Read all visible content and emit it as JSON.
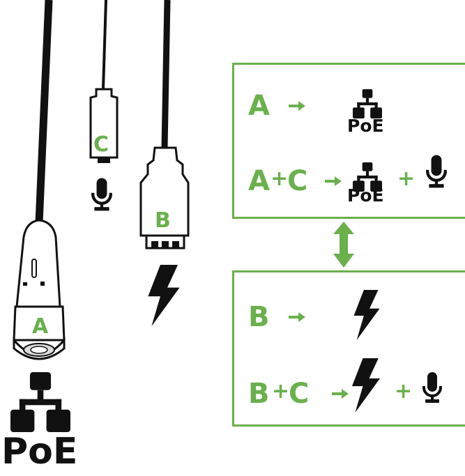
{
  "colors": {
    "accent": "#6ab04c",
    "ink": "#111111",
    "paper": "#ffffff"
  },
  "connectors": {
    "a_label": "A",
    "b_label": "B",
    "c_label": "C",
    "poe_label": "PoE"
  },
  "icons": {
    "network": "network-icon",
    "microphone": "microphone-icon",
    "power": "lightning-bolt-icon",
    "arrow": "arrow-right-icon",
    "swap": "double-arrow-vertical-icon"
  },
  "poe_box": {
    "row1": {
      "input": "A",
      "poe": "PoE"
    },
    "row2": {
      "input_a": "A",
      "plus_sign": "+",
      "input_c": "C",
      "poe": "PoE",
      "plus": "+"
    }
  },
  "power_box": {
    "row1": {
      "input": "B"
    },
    "row2": {
      "input_b": "B",
      "plus_sign": "+",
      "input_c": "C",
      "plus": "+"
    }
  }
}
